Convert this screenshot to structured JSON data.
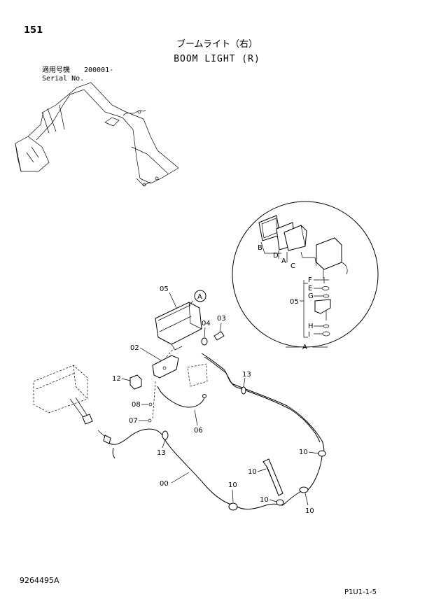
{
  "header": {
    "page_number": "151",
    "title_jp": "ブームライト（右）",
    "title_en": "BOOM LIGHT (R)",
    "serial_label_jp": "適用号機",
    "serial_label_en": "Serial No.",
    "serial_value": "200001-"
  },
  "footer": {
    "doc_number": "9264495A",
    "page_code": "P1U1-1-5"
  },
  "callouts": {
    "p00": "00",
    "p02": "02",
    "p03": "03",
    "p04": "04",
    "p05": "05",
    "p06": "06",
    "p07": "07",
    "p08": "08",
    "p10": "10",
    "p12": "12",
    "p13": "13"
  },
  "detail": {
    "ref_a": "A",
    "label_a_bottom": "A",
    "parts": [
      "B",
      "D",
      "A",
      "C",
      "F",
      "E",
      "G",
      "H",
      "I"
    ],
    "group_05": "05"
  }
}
